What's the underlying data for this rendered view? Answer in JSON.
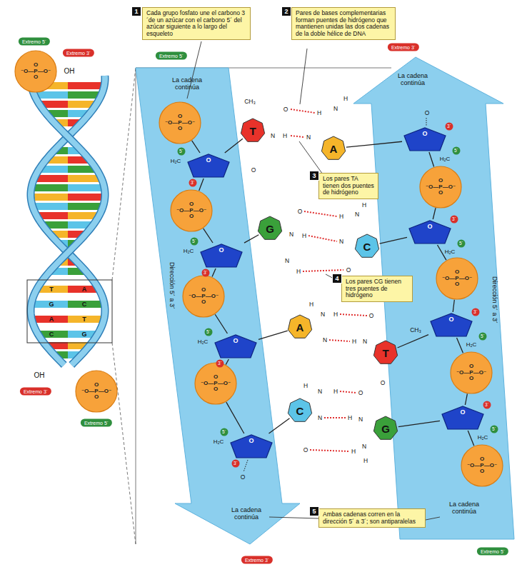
{
  "diagram": {
    "nodes": [
      {
        "text": [
          "Cada grupo fosfato une el carbono 3´de un azúcar con el carbono 5´ del azúcar siguiente a lo largo del esqueleto"
        ]
      },
      {
        "text": [
          "Pares de bases complementarias forman puentes de hidrógeno que mantienen unidas las dos cadenas de la doble hélice de DNA"
        ]
      },
      {
        "text": [
          "Los pares TA tienen dos puentes de hidrógeno"
        ]
      },
      {
        "text": [
          "Los pares CG tienen tres puentes de hidrógeno"
        ]
      },
      {
        "text": [
          "Ambas cadenas corren en la dirección 5´ a 3´; son antiparalelas"
        ]
      },
      {
        "text": [
          "O",
          "⁻O—P—O⁻",
          "O"
        ]
      },
      {
        "text": [
          "O",
          "⁻O—P—O⁻",
          "O"
        ]
      },
      {
        "text": [
          "O",
          "⁻O—P—O⁻",
          "O"
        ]
      },
      {
        "text": [
          "O",
          "⁻O—P—O⁻",
          "O"
        ]
      },
      {
        "text": [
          "O",
          "⁻O—P—O⁻",
          "O"
        ]
      },
      {
        "text": [
          "O",
          "⁻O—P—O⁻",
          "O"
        ]
      },
      {
        "text": [
          "O"
        ]
      },
      {
        "text": [
          "O"
        ]
      },
      {
        "text": [
          "O"
        ]
      },
      {
        "text": [
          "O"
        ]
      },
      {
        "text": [
          "T"
        ]
      },
      {
        "text": [
          "G"
        ]
      },
      {
        "text": [
          "A"
        ]
      },
      {
        "text": [
          "C"
        ]
      },
      {
        "text": [
          "A"
        ]
      },
      {
        "text": [
          "C"
        ]
      },
      {
        "text": [
          "T"
        ]
      },
      {
        "text": [
          "G"
        ]
      },
      {
        "text": [
          "O"
        ]
      },
      {
        "text": [
          "O"
        ]
      },
      {
        "text": [
          "O"
        ]
      },
      {
        "text": [
          "O"
        ]
      },
      {
        "text": [
          "O",
          "⁻O—P—O⁻",
          "O"
        ]
      },
      {
        "text": [
          "O",
          "⁻O—P—O⁻",
          "O"
        ]
      },
      {
        "text": [
          "O",
          "⁻O—P—O⁻",
          "O"
        ]
      },
      {
        "text": [
          "O",
          "⁻O—P—O⁻",
          "O"
        ]
      }
    ],
    "edges": [
      {
        "from": 7,
        "to": 11,
        "arrow": "none"
      },
      {
        "from": 8,
        "to": 12,
        "arrow": "none"
      },
      {
        "from": 9,
        "to": 13,
        "arrow": "none"
      },
      {
        "from": 10,
        "to": 14,
        "arrow": "none"
      },
      {
        "from": 11,
        "to": 8,
        "arrow": "none"
      },
      {
        "from": 12,
        "to": 9,
        "arrow": "none"
      },
      {
        "from": 13,
        "to": 10,
        "arrow": "none"
      },
      {
        "from": 11,
        "to": 15,
        "arrow": "none"
      },
      {
        "from": 12,
        "to": 16,
        "arrow": "none"
      },
      {
        "from": 13,
        "to": 17,
        "arrow": "none"
      },
      {
        "from": 14,
        "to": 18,
        "arrow": "none"
      },
      {
        "from": 19,
        "to": 23,
        "arrow": "none"
      },
      {
        "from": 20,
        "to": 24,
        "arrow": "none"
      },
      {
        "from": 21,
        "to": 25,
        "arrow": "none"
      },
      {
        "from": 22,
        "to": 26,
        "arrow": "none"
      },
      {
        "from": 23,
        "to": 27,
        "arrow": "none"
      },
      {
        "from": 24,
        "to": 28,
        "arrow": "none"
      },
      {
        "from": 25,
        "to": 29,
        "arrow": "none"
      },
      {
        "from": 26,
        "to": 30,
        "arrow": "none"
      },
      {
        "from": 27,
        "to": 24,
        "arrow": "none"
      },
      {
        "from": 28,
        "to": 25,
        "arrow": "none"
      },
      {
        "from": 29,
        "to": 26,
        "arrow": "none"
      }
    ],
    "labels": [
      "Extremo 5´",
      "Extremo 3´",
      "OH",
      "OH",
      "Extremo 3´",
      "Extremo 5´",
      "Extremo 5´",
      "Extremo 3´",
      "Extremo 3´",
      "Extremo 5´",
      "La cadena continúa",
      "La cadena continúa",
      "La cadena continúa",
      "La cadena continúa",
      "Dirección 5´ a 3´",
      "Dirección 5´ a 3´",
      "T",
      "A",
      "G",
      "C",
      "A",
      "T",
      "C",
      "G",
      "1",
      "2",
      "3",
      "4",
      "5",
      "H₂C",
      "5´",
      "3´",
      "H₂C",
      "5´",
      "3´",
      "H₂C",
      "5´",
      "3´",
      "H₂C",
      "5´",
      "3´",
      "H₂C",
      "5´",
      "3´",
      "H₂C",
      "5´",
      "3´",
      "H₂C",
      "5´",
      "3´",
      "H₂C",
      "5´",
      "3´",
      "O",
      "O",
      "CH₃",
      "O",
      "N",
      "H",
      "O",
      "H",
      "N",
      "H",
      "N",
      "O",
      "N",
      "H",
      "N",
      "H",
      "H",
      "N",
      "H",
      "N",
      "O",
      "H",
      "N",
      "H",
      "N",
      "O",
      "CH₃",
      "H",
      "N",
      "O",
      "H",
      "N",
      "H",
      "N",
      "O",
      "O",
      "H",
      "N",
      "N",
      "H",
      "H"
    ]
  }
}
